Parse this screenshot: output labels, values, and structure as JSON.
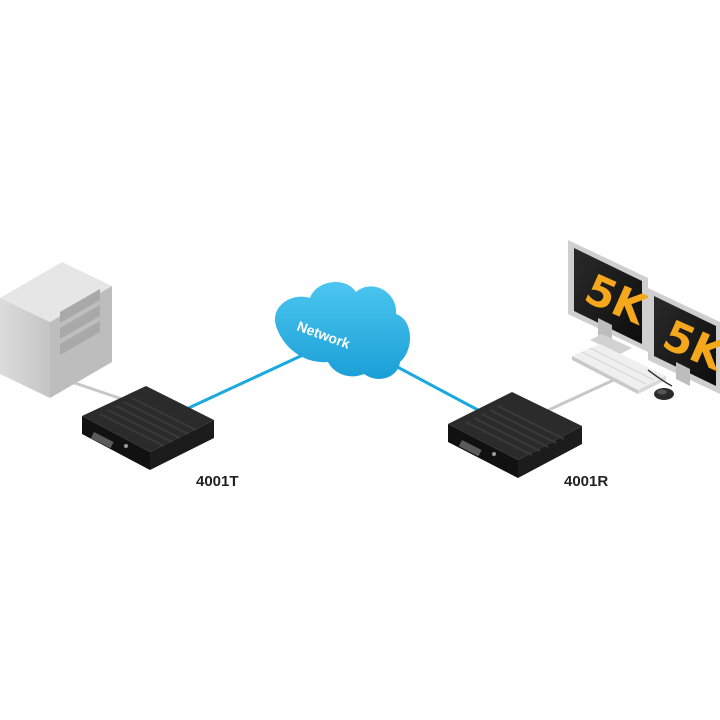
{
  "diagram": {
    "transmitter_label": "4001T",
    "receiver_label": "4001R",
    "network_label": "Network",
    "monitor_left_text": "5K",
    "monitor_right_text": "5K"
  },
  "colors": {
    "network_line": "#1aa8de",
    "cloud": "#2ab4e6",
    "device_line": "#c8c8c8",
    "screen_text": "#f5a81c",
    "device_body": "#1c1c1c"
  },
  "icons": {
    "computer": "tower-computer-icon",
    "transmitter": "kvm-extender-transmitter-icon",
    "receiver": "kvm-extender-receiver-icon",
    "cloud": "network-cloud-icon",
    "monitors": "dual-monitor-icon",
    "keyboard": "keyboard-icon",
    "mouse": "mouse-icon"
  }
}
